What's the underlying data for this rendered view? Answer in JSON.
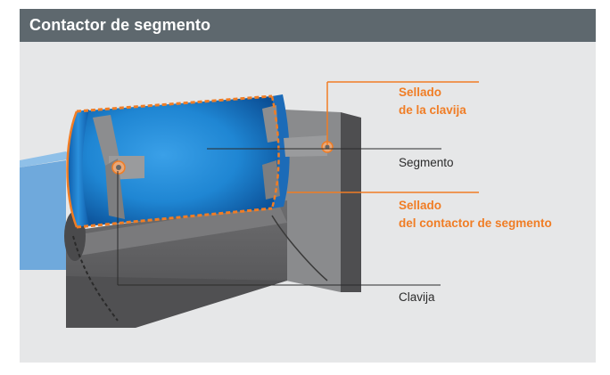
{
  "header": {
    "title": "Contactor de segmento"
  },
  "labels": {
    "sellado_clavija_1": "Sellado",
    "sellado_clavija_2": "de la clavija",
    "segmento": "Segmento",
    "sellado_contactor_1": "Sellado",
    "sellado_contactor_2": "del contactor de segmento",
    "clavija": "Clavija"
  },
  "colors": {
    "accent": "#f07d25",
    "header_bg": "#5e686e",
    "panel_bg": "#e6e7e8",
    "segment_blue": "#1f86d3",
    "housing_gray": "#5a5a5c",
    "side_blue": "#6fa9dc"
  }
}
